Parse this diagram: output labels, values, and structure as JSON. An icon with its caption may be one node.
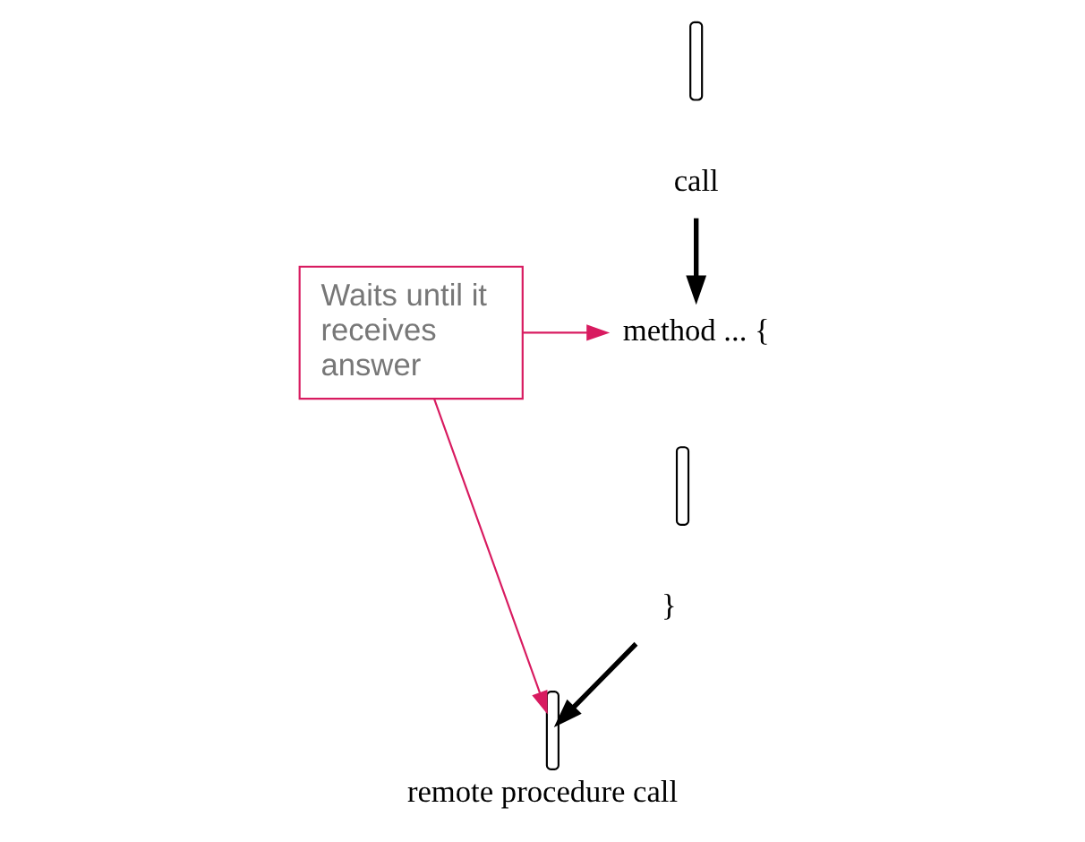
{
  "diagram": {
    "caption": "remote procedure call",
    "nodes": [
      {
        "text": [],
        "shape": "bar"
      },
      {
        "text": [
          "call"
        ]
      },
      {
        "text": [
          "method ... {"
        ]
      },
      {
        "text": [],
        "shape": "bar"
      },
      {
        "text": [
          "}"
        ]
      },
      {
        "text": [],
        "shape": "bar"
      },
      {
        "text": [
          "Waits until it receives answer"
        ]
      }
    ],
    "edges": [
      {
        "from": 1,
        "to": 2,
        "arrow": "to",
        "style": "thick"
      },
      {
        "from": 4,
        "to": 5,
        "arrow": "to",
        "style": "thick"
      },
      {
        "from": 6,
        "to": 2,
        "arrow": "to",
        "color": "#d81b60"
      },
      {
        "from": 6,
        "to": 5,
        "arrow": "to",
        "color": "#d81b60"
      }
    ]
  }
}
